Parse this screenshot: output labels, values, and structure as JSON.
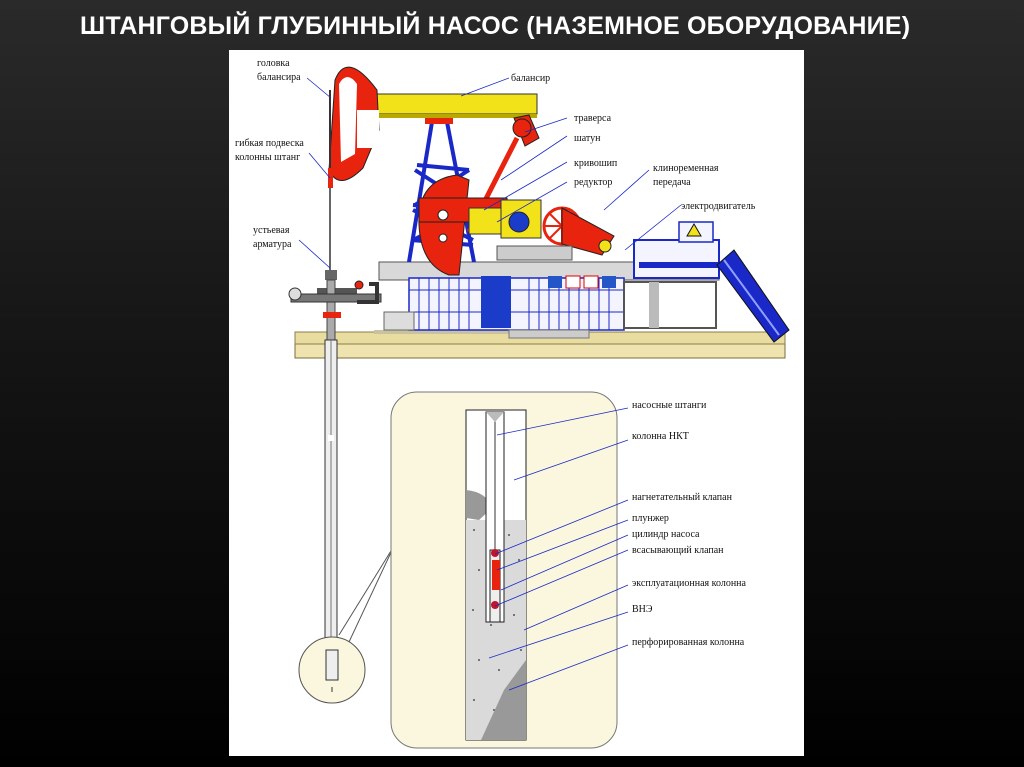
{
  "slide": {
    "title": "ШТАНГОВЫЙ ГЛУБИННЫЙ НАСОС (НАЗЕМНОЕ ОБОРУДОВАНИЕ)"
  },
  "surface_labels": {
    "head_line1": "головка",
    "head_line2": "балансира",
    "beam": "балансир",
    "traverse": "траверса",
    "rod": "шатун",
    "crank": "кривошип",
    "reducer": "редуктор",
    "vbelt_line1": "клиноременная",
    "vbelt_line2": "передача",
    "motor": "электродвигатель",
    "hanger_line1": "гибкая подвеска",
    "hanger_line2": "колонны штанг",
    "wellhead_line1": "устьевая",
    "wellhead_line2": "арматура"
  },
  "downhole_labels": {
    "rods": "насосные штанги",
    "tubing": "колонна НКТ",
    "discharge_valve": "нагнетательный клапан",
    "plunger": "плунжер",
    "cylinder": "цилиндр насоса",
    "suction_valve": "всасывающий клапан",
    "casing": "эксплуатационная колонна",
    "vne": "ВНЭ",
    "perforated": "перфорированная колонна"
  },
  "colors": {
    "head": "#e8230e",
    "beam": "#f2e21a",
    "frame": "#1a28c8",
    "ground": "#efe3b0",
    "zoom": "#fbf7de"
  }
}
